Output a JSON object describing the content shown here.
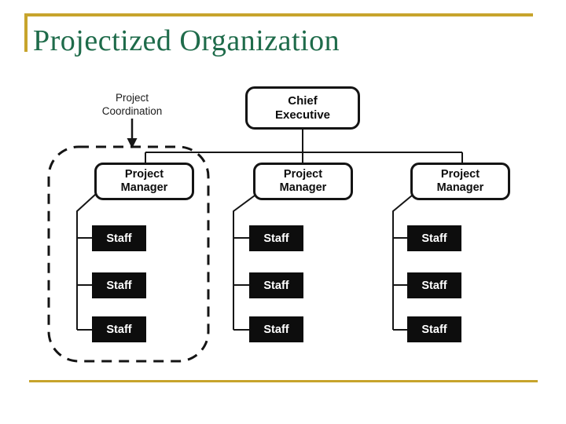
{
  "slide": {
    "title": "Projectized Organization"
  },
  "colors": {
    "accent-gold": "#C7A42C",
    "title-green": "#1E6B4A",
    "line-black": "#161616",
    "staff-box-bg": "#0D0D0D"
  },
  "org_chart": {
    "type": "org-chart",
    "annotation": {
      "line1": "Project",
      "line2": "Coordination"
    },
    "root": {
      "line1": "Chief",
      "line2": "Executive"
    },
    "managers": [
      {
        "line1": "Project",
        "line2": "Manager",
        "staff": [
          "Staff",
          "Staff",
          "Staff"
        ]
      },
      {
        "line1": "Project",
        "line2": "Manager",
        "staff": [
          "Staff",
          "Staff",
          "Staff"
        ]
      },
      {
        "line1": "Project",
        "line2": "Manager",
        "staff": [
          "Staff",
          "Staff",
          "Staff"
        ]
      }
    ]
  }
}
